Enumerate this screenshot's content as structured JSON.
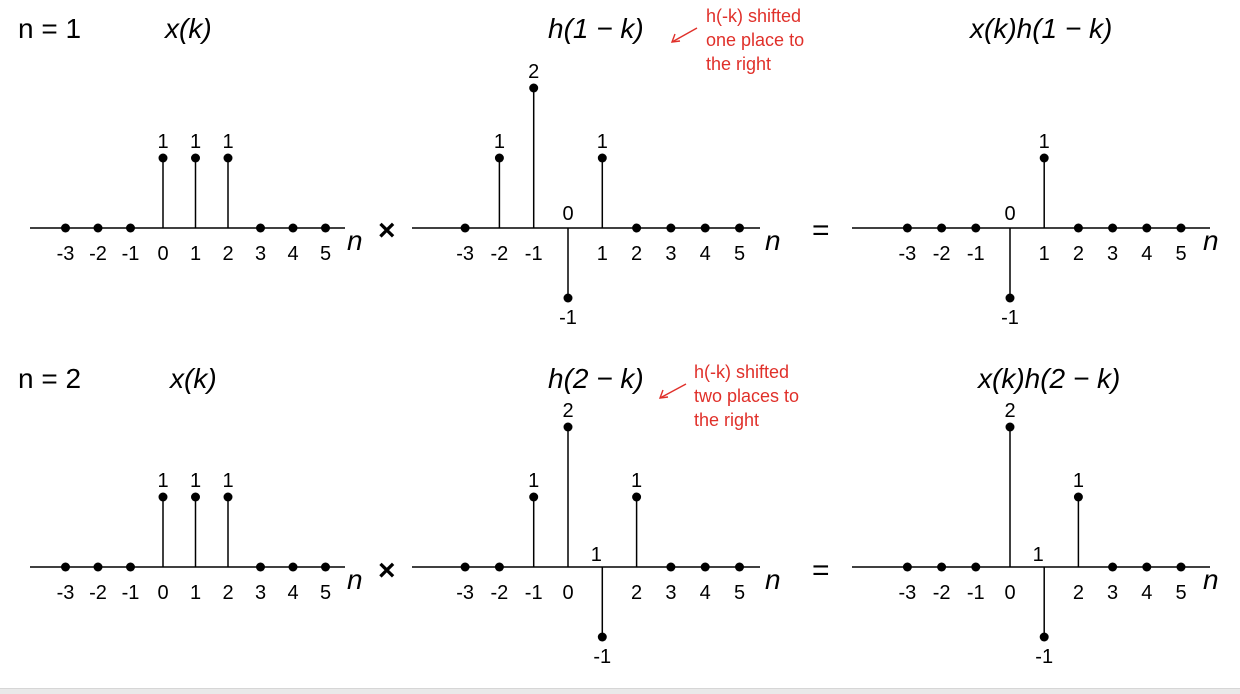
{
  "rows": [
    {
      "n_label": "n = 1",
      "op_multiply": "×",
      "op_equals": "=",
      "note_lines": [
        "h(-k) shifted",
        "one place to",
        "the right"
      ],
      "plots": [
        {
          "title": "x(k)",
          "axis_var": "n",
          "ticks": [
            "-3",
            "-2",
            "-1",
            "0",
            "1",
            "2",
            "3",
            "4",
            "5"
          ],
          "stems": [
            {
              "k": -3,
              "v": 0
            },
            {
              "k": -2,
              "v": 0
            },
            {
              "k": -1,
              "v": 0
            },
            {
              "k": 0,
              "v": 1,
              "label": "1"
            },
            {
              "k": 1,
              "v": 1,
              "label": "1"
            },
            {
              "k": 2,
              "v": 1,
              "label": "1"
            },
            {
              "k": 3,
              "v": 0
            },
            {
              "k": 4,
              "v": 0
            },
            {
              "k": 5,
              "v": 0
            }
          ]
        },
        {
          "title": "h(1 − k)",
          "axis_var": "n",
          "ticks": [
            "-3",
            "-2",
            "-1",
            "1",
            "2",
            "3",
            "4",
            "5"
          ],
          "stems": [
            {
              "k": -3,
              "v": 0
            },
            {
              "k": -2,
              "v": 1,
              "label": "1"
            },
            {
              "k": -1,
              "v": 2,
              "label": "2"
            },
            {
              "k": 0,
              "v": -1,
              "label": "-1"
            },
            {
              "k": 1,
              "v": 1,
              "label": "1"
            },
            {
              "k": 2,
              "v": 0
            },
            {
              "k": 3,
              "v": 0
            },
            {
              "k": 4,
              "v": 0
            },
            {
              "k": 5,
              "v": 0
            }
          ],
          "zero_label": "0"
        },
        {
          "title": "x(k)h(1 − k)",
          "axis_var": "n",
          "ticks": [
            "-3",
            "-2",
            "-1",
            "1",
            "2",
            "3",
            "4",
            "5"
          ],
          "stems": [
            {
              "k": -3,
              "v": 0
            },
            {
              "k": -2,
              "v": 0
            },
            {
              "k": -1,
              "v": 0
            },
            {
              "k": 0,
              "v": -1,
              "label": "-1"
            },
            {
              "k": 1,
              "v": 1,
              "label": "1"
            },
            {
              "k": 2,
              "v": 0
            },
            {
              "k": 3,
              "v": 0
            },
            {
              "k": 4,
              "v": 0
            },
            {
              "k": 5,
              "v": 0
            }
          ],
          "zero_label": "0"
        }
      ]
    },
    {
      "n_label": "n = 2",
      "op_multiply": "×",
      "op_equals": "=",
      "note_lines": [
        "h(-k) shifted",
        "two places to",
        "the right"
      ],
      "plots": [
        {
          "title": "x(k)",
          "axis_var": "n",
          "ticks": [
            "-3",
            "-2",
            "-1",
            "0",
            "1",
            "2",
            "3",
            "4",
            "5"
          ],
          "stems": [
            {
              "k": -3,
              "v": 0
            },
            {
              "k": -2,
              "v": 0
            },
            {
              "k": -1,
              "v": 0
            },
            {
              "k": 0,
              "v": 1,
              "label": "1"
            },
            {
              "k": 1,
              "v": 1,
              "label": "1"
            },
            {
              "k": 2,
              "v": 1,
              "label": "1"
            },
            {
              "k": 3,
              "v": 0
            },
            {
              "k": 4,
              "v": 0
            },
            {
              "k": 5,
              "v": 0
            }
          ]
        },
        {
          "title": "h(2 − k)",
          "axis_var": "n",
          "ticks": [
            "-3",
            "-2",
            "-1",
            "0",
            "2",
            "3",
            "4",
            "5"
          ],
          "stems": [
            {
              "k": -3,
              "v": 0
            },
            {
              "k": -2,
              "v": 0
            },
            {
              "k": -1,
              "v": 1,
              "label": "1"
            },
            {
              "k": 0,
              "v": 2,
              "label": "2"
            },
            {
              "k": 1,
              "v": -1,
              "label": "-1"
            },
            {
              "k": 2,
              "v": 1,
              "label": "1"
            },
            {
              "k": 3,
              "v": 0
            },
            {
              "k": 4,
              "v": 0
            },
            {
              "k": 5,
              "v": 0
            }
          ],
          "one_label": "1"
        },
        {
          "title": "x(k)h(2 − k)",
          "axis_var": "n",
          "ticks": [
            "-3",
            "-2",
            "-1",
            "0",
            "2",
            "3",
            "4",
            "5"
          ],
          "stems": [
            {
              "k": -3,
              "v": 0
            },
            {
              "k": -2,
              "v": 0
            },
            {
              "k": -1,
              "v": 0
            },
            {
              "k": 0,
              "v": 2,
              "label": "2"
            },
            {
              "k": 1,
              "v": -1,
              "label": "-1"
            },
            {
              "k": 2,
              "v": 1,
              "label": "1"
            },
            {
              "k": 3,
              "v": 0
            },
            {
              "k": 4,
              "v": 0
            },
            {
              "k": 5,
              "v": 0
            }
          ],
          "one_label": "1"
        }
      ]
    }
  ]
}
